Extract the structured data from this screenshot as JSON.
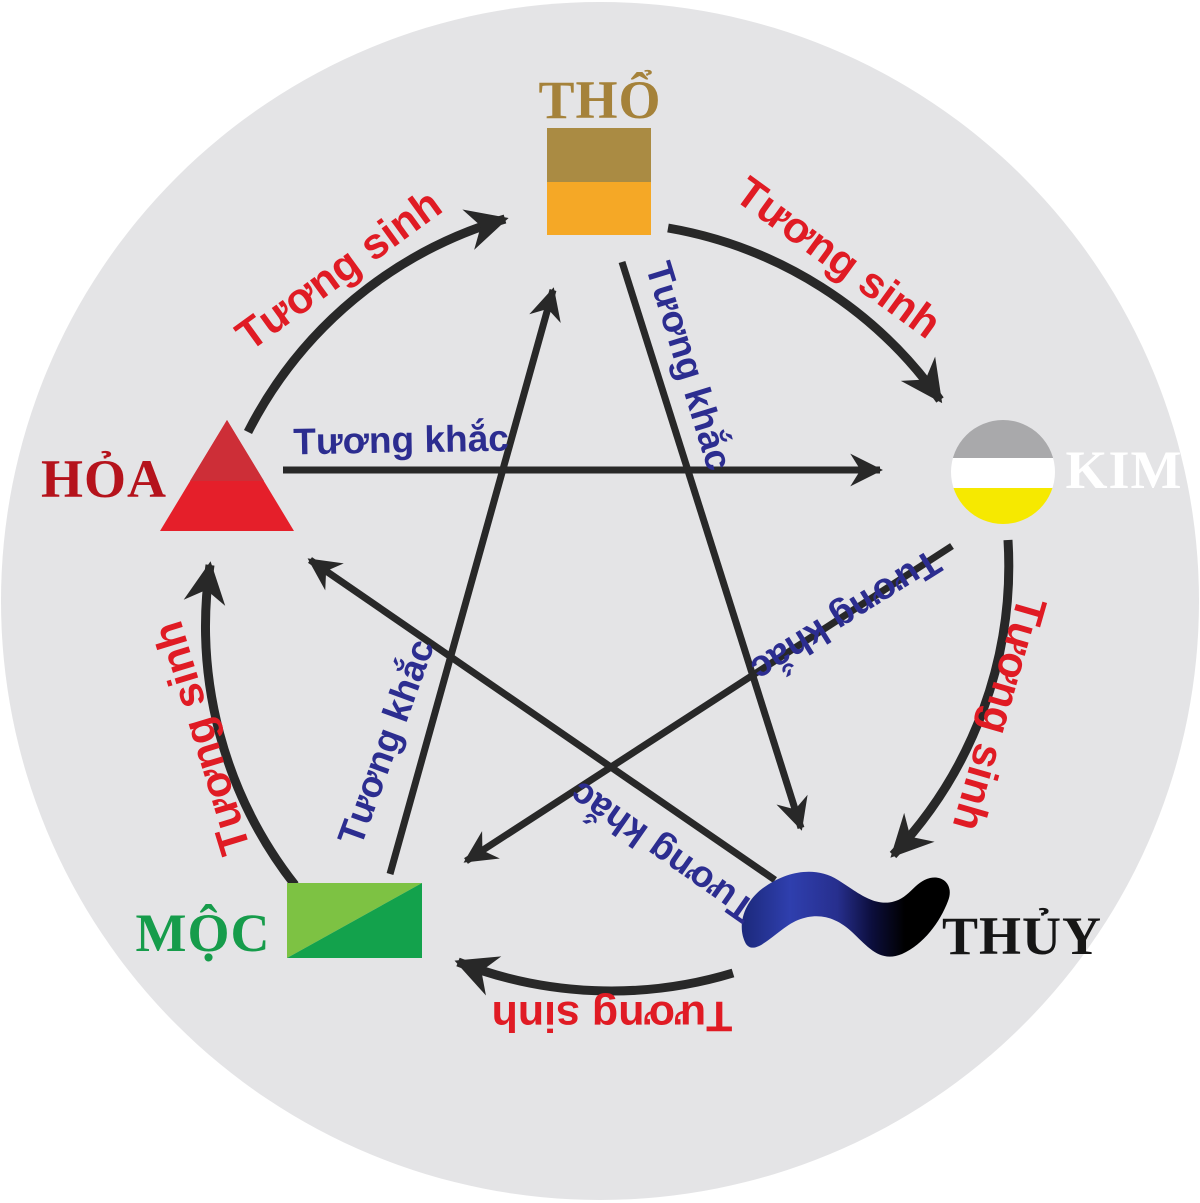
{
  "page": {
    "background_color": "#ffffff",
    "circle_background_color": "#e4e4e6",
    "arrow_color": "#282828"
  },
  "nodes": {
    "tho": {
      "label": "THỔ",
      "label_color": "#a5823a",
      "symbol": "two-tone-square",
      "symbol_colors": [
        "#aa8b43",
        "#f5a826"
      ]
    },
    "kim": {
      "label": "KIM",
      "label_color": "#ffffff",
      "symbol": "striped-circle",
      "symbol_colors": [
        "#a9a9ab",
        "#ffffff",
        "#f6e900"
      ]
    },
    "thuy": {
      "label": "THỦY",
      "label_color": "#161616",
      "symbol": "wave",
      "symbol_colors": [
        "#2f3fae",
        "#000000"
      ]
    },
    "moc": {
      "label": "MỘC",
      "label_color": "#169c4b",
      "symbol": "two-tone-rectangle",
      "symbol_colors": [
        "#7dc243",
        "#13a24c"
      ]
    },
    "hoa": {
      "label": "HỎA",
      "label_color": "#b5131c",
      "symbol": "two-tone-triangle",
      "symbol_colors": [
        "#cd2e37",
        "#e51f2a"
      ]
    }
  },
  "edges": {
    "sinh": {
      "label": "Tương sinh",
      "color": "#e01b24",
      "cycle": [
        "HỎA → THỔ",
        "THỔ → KIM",
        "KIM → THỦY",
        "THỦY → MỘC",
        "MỘC → HỎA"
      ]
    },
    "khac": {
      "label": "Tương khắc",
      "color": "#2c2d90",
      "cycle": [
        "HỎA → KIM",
        "THỔ → THỦY",
        "KIM → MỘC",
        "THỦY → HỎA",
        "MỘC → THỔ"
      ]
    }
  }
}
